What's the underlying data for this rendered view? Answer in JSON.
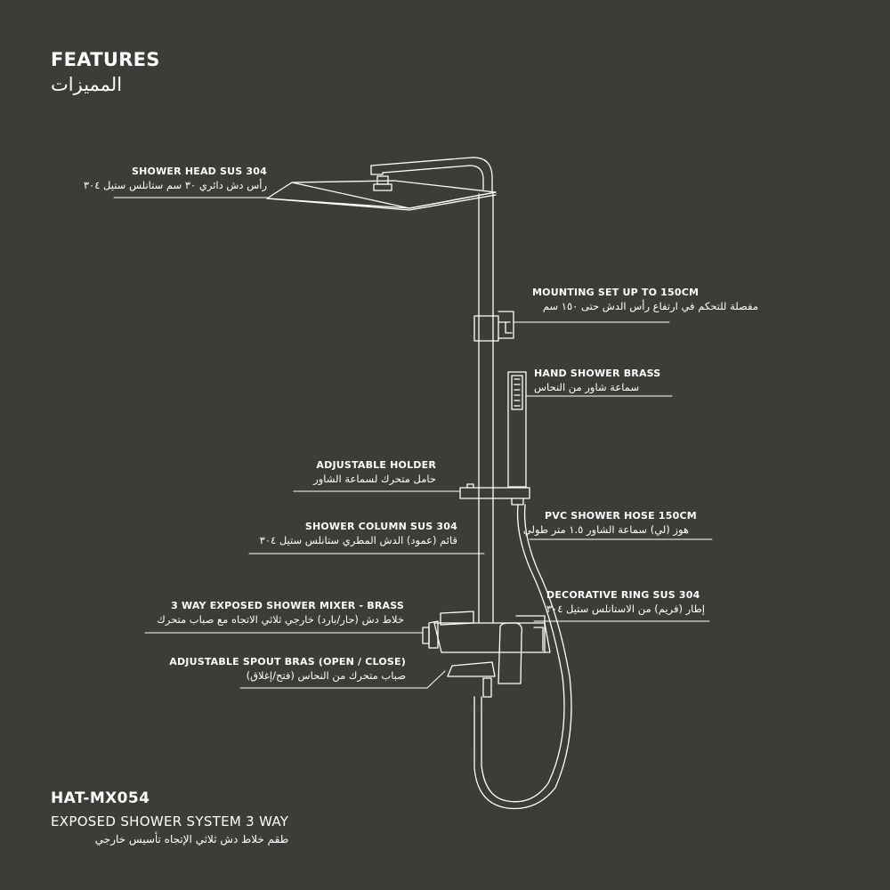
{
  "heading": {
    "title_en": "FEATURES",
    "title_ar": "المميزات"
  },
  "callouts": [
    {
      "key": "shower_head",
      "en": "SHOWER HEAD SUS 304",
      "ar": "رأس دش دائري ٣٠ سم ستانلس ستيل ٣٠٤"
    },
    {
      "key": "mounting_set",
      "en": "MOUNTING SET UP TO 150CM",
      "ar": "مفصلة للتحكم في ارتفاع رأس الدش حتى ١٥٠ سم"
    },
    {
      "key": "hand_shower",
      "en": "HAND SHOWER BRASS",
      "ar": "سماعة شاور من النحاس"
    },
    {
      "key": "adjustable_holder",
      "en": "ADJUSTABLE HOLDER",
      "ar": "حامل متحرك لسماعة الشاور"
    },
    {
      "key": "shower_column",
      "en": "SHOWER COLUMN SUS 304",
      "ar": "قائم (عمود) الدش المطري ستانلس ستيل ٣٠٤"
    },
    {
      "key": "pvc_hose",
      "en": "PVC SHOWER HOSE 150CM",
      "ar": "هوز (لي) سماعة الشاور ١.٥ متر طولي"
    },
    {
      "key": "decorative_ring",
      "en": "DECORATIVE RING SUS 304",
      "ar": "إطار (فريم) من الاستانلس ستيل ٣٠٤"
    },
    {
      "key": "mixer",
      "en": "3 WAY EXPOSED SHOWER MIXER - BRASS",
      "ar": "خلاط دش (حار/بارد) خارجي ثلاثي الاتجاه مع صباب متحرك"
    },
    {
      "key": "spout",
      "en": "ADJUSTABLE SPOUT BRAS (OPEN / CLOSE)",
      "ar": "صباب متحرك من النحاس (فتح/إغلاق)"
    }
  ],
  "product": {
    "model": "HAT-MX054",
    "description_en": "EXPOSED SHOWER SYSTEM 3 WAY",
    "description_ar": "طقم خلاط دش ثلاثي الإتجاه تأسيس خارجي"
  },
  "colors": {
    "background": "#3c3d38",
    "line": "#ffffff"
  }
}
